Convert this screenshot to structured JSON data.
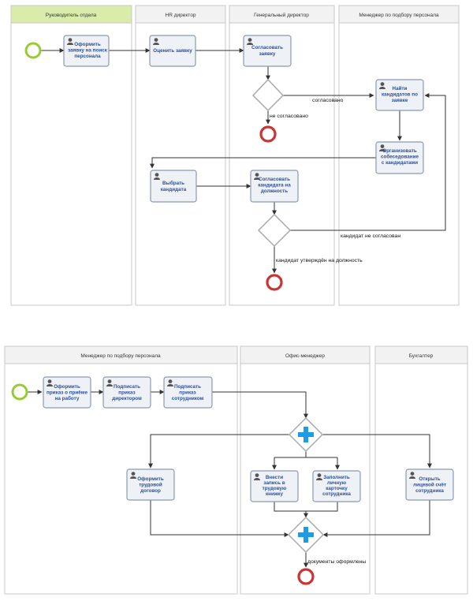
{
  "diagram1": {
    "lanes": [
      "Руководитель отдела",
      "HR директор",
      "Генеральный директор",
      "Менеджер по подбору персонала"
    ],
    "tasks": {
      "t1": [
        "Оформить",
        "заявку на поиск",
        "персонала"
      ],
      "t2": [
        "Оценить заявку"
      ],
      "t3": [
        "Согласовать",
        "заявку"
      ],
      "t4": [
        "Найти",
        "кандидатов по",
        "заявке"
      ],
      "t5": [
        "Организовать",
        "собеседование",
        "с кандидатами"
      ],
      "t6": [
        "Выбрать",
        "кандидата"
      ],
      "t7": [
        "Согласовать",
        "кандидата на",
        "должность"
      ]
    },
    "edge_labels": {
      "agreed": "согласовано",
      "not_agreed": "не согласовано",
      "cand_not_agreed": "кандидат не согласован",
      "cand_approved": "кандидат утверждён на должность"
    }
  },
  "diagram2": {
    "lanes": [
      "Менеджер по подбору персонала",
      "Офис-менеджер",
      "Бухгалтер"
    ],
    "tasks": {
      "s1": [
        "Оформить",
        "приказ о приёме",
        "на работу"
      ],
      "s2": [
        "Подписать",
        "приказ",
        "директором"
      ],
      "s3": [
        "Подписать",
        "приказ",
        "сотрудником"
      ],
      "s4": [
        "Оформить",
        "трудовой",
        "договор"
      ],
      "s5": [
        "Внести",
        "запись в",
        "трудовую",
        "книжку"
      ],
      "s6": [
        "Заполнить",
        "личную",
        "карточку",
        "сотрудника"
      ],
      "s7": [
        "Открыть",
        "лицевой счёт",
        "сотрудника"
      ]
    },
    "edge_labels": {
      "docs_done": "документы оформлены"
    }
  },
  "colors": {
    "first_lane_header": "#d9ecaa",
    "task_text": "#2d4f9e",
    "start_event": "#99cc33",
    "end_event": "#cc3333",
    "parallel_plus": "#1e9be6"
  }
}
